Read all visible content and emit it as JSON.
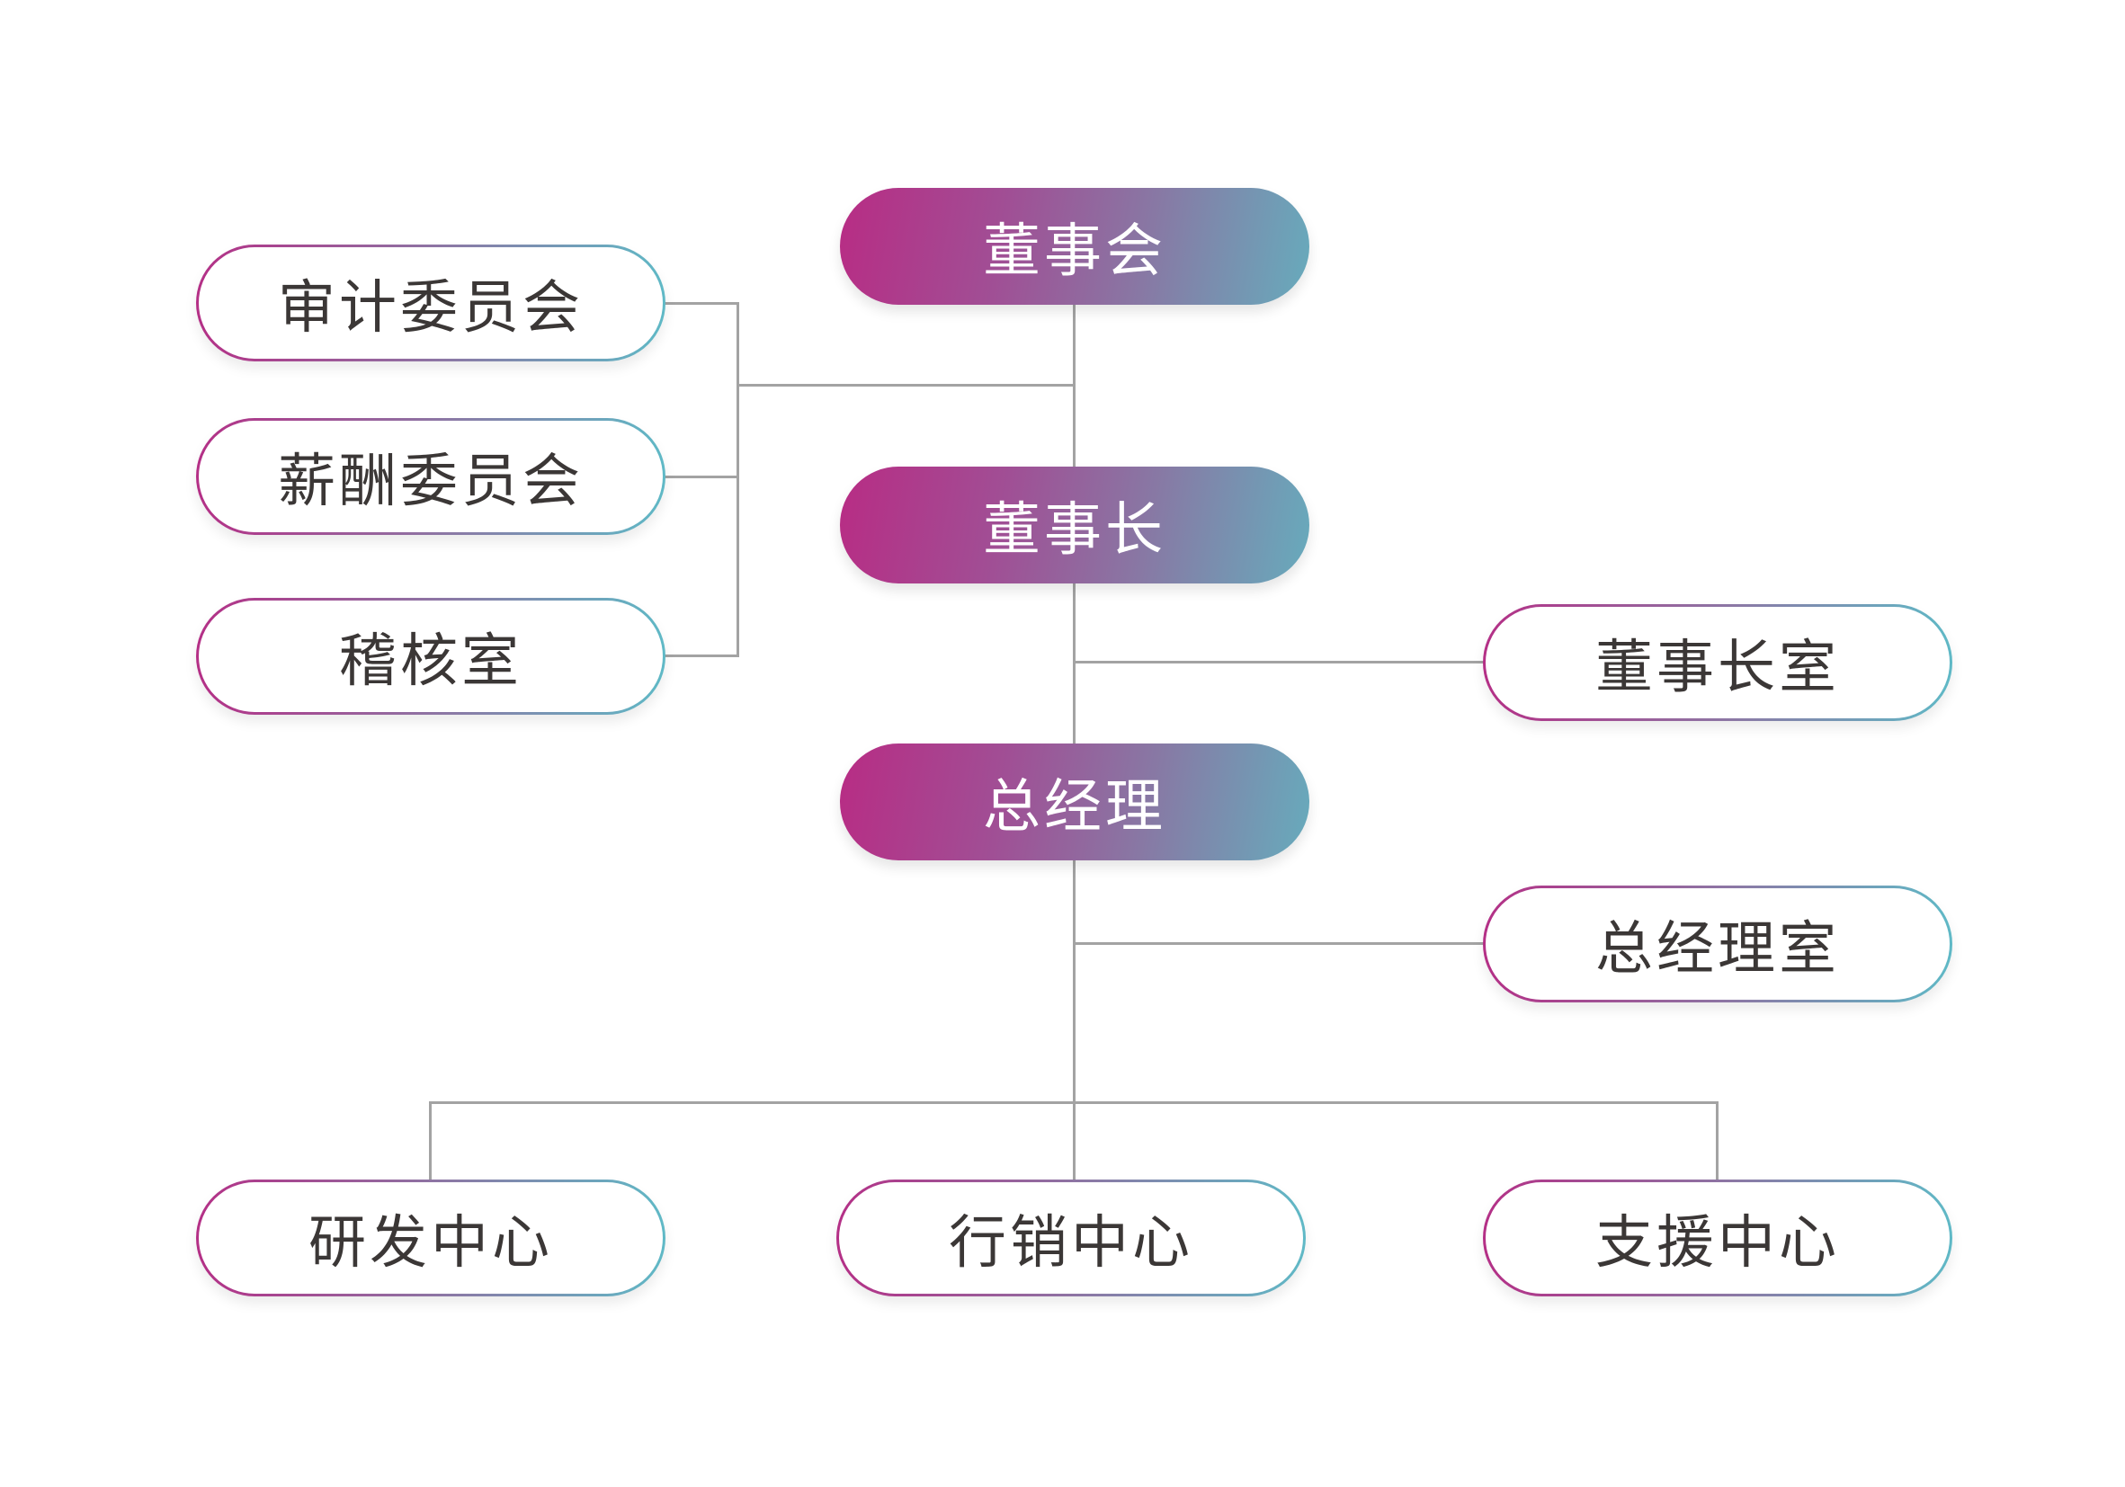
{
  "diagram": {
    "type": "org-chart",
    "colors": {
      "gradient_start": "#b82c84",
      "gradient_end": "#67abbc",
      "connector": "#a3a3a3",
      "text_dark": "#3b3736",
      "text_light": "#ffffff"
    },
    "main_chain": [
      {
        "id": "board",
        "label": "董事会"
      },
      {
        "id": "chairman",
        "label": "董事长"
      },
      {
        "id": "general-manager",
        "label": "总经理"
      }
    ],
    "board_committees": [
      {
        "id": "audit-committee",
        "label": "审计委员会"
      },
      {
        "id": "remuneration-committee",
        "label": "薪酬委员会"
      },
      {
        "id": "audit-office",
        "label": "稽核室"
      }
    ],
    "offices": [
      {
        "id": "chairman-office",
        "label": "董事长室",
        "parent": "chairman"
      },
      {
        "id": "gm-office",
        "label": "总经理室",
        "parent": "general-manager"
      }
    ],
    "centers": [
      {
        "id": "rd-center",
        "label": "研发中心"
      },
      {
        "id": "marketing-center",
        "label": "行销中心"
      },
      {
        "id": "support-center",
        "label": "支援中心"
      }
    ]
  }
}
